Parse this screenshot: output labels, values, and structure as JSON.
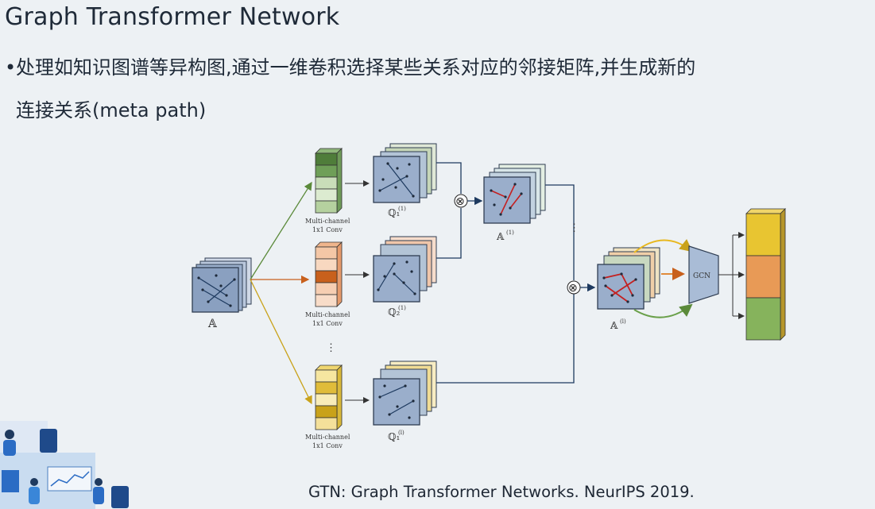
{
  "slide": {
    "title": "Graph Transformer Network",
    "bullet_line1": "处理如知识图谱等异构图,通过一维卷积选择某些关系对应的邻接矩阵,并生成新的",
    "bullet_line2": "连接关系(meta path)",
    "caption": "GTN: Graph Transformer Networks. NeurIPS 2019."
  },
  "diagram": {
    "input_label": "𝔸",
    "conv_label_line1": "Multi-channel",
    "conv_label_line2": "1x1 Conv",
    "q1_label": "ℚ₁",
    "q1_sup": "(1)",
    "q2_label": "ℚ₂",
    "q2_sup": "(1)",
    "ql_label": "ℚ₁",
    "ql_sup": "(l)",
    "a1_label": "𝔸",
    "a1_sup": "(1)",
    "al_label": "𝔸",
    "al_sup": "(l)",
    "gcn_label": "GCN",
    "ellipsis": "⋮",
    "multiply_symbol": "⊗",
    "colors": {
      "matrix_fill": "#9aaecb",
      "matrix_stroke": "#2f3d52",
      "green_dark": "#4f7d3a",
      "green_light": "#c9ddb9",
      "orange_dark": "#c8601c",
      "orange_light": "#f4c7a6",
      "yellow_dark": "#c9a21a",
      "yellow_light": "#f6e6a0",
      "edge_red": "#c42020",
      "line_navy": "#1e3a5f",
      "out_yellow": "#e8c531",
      "out_orange": "#e89a56",
      "out_green": "#86b35c"
    }
  }
}
